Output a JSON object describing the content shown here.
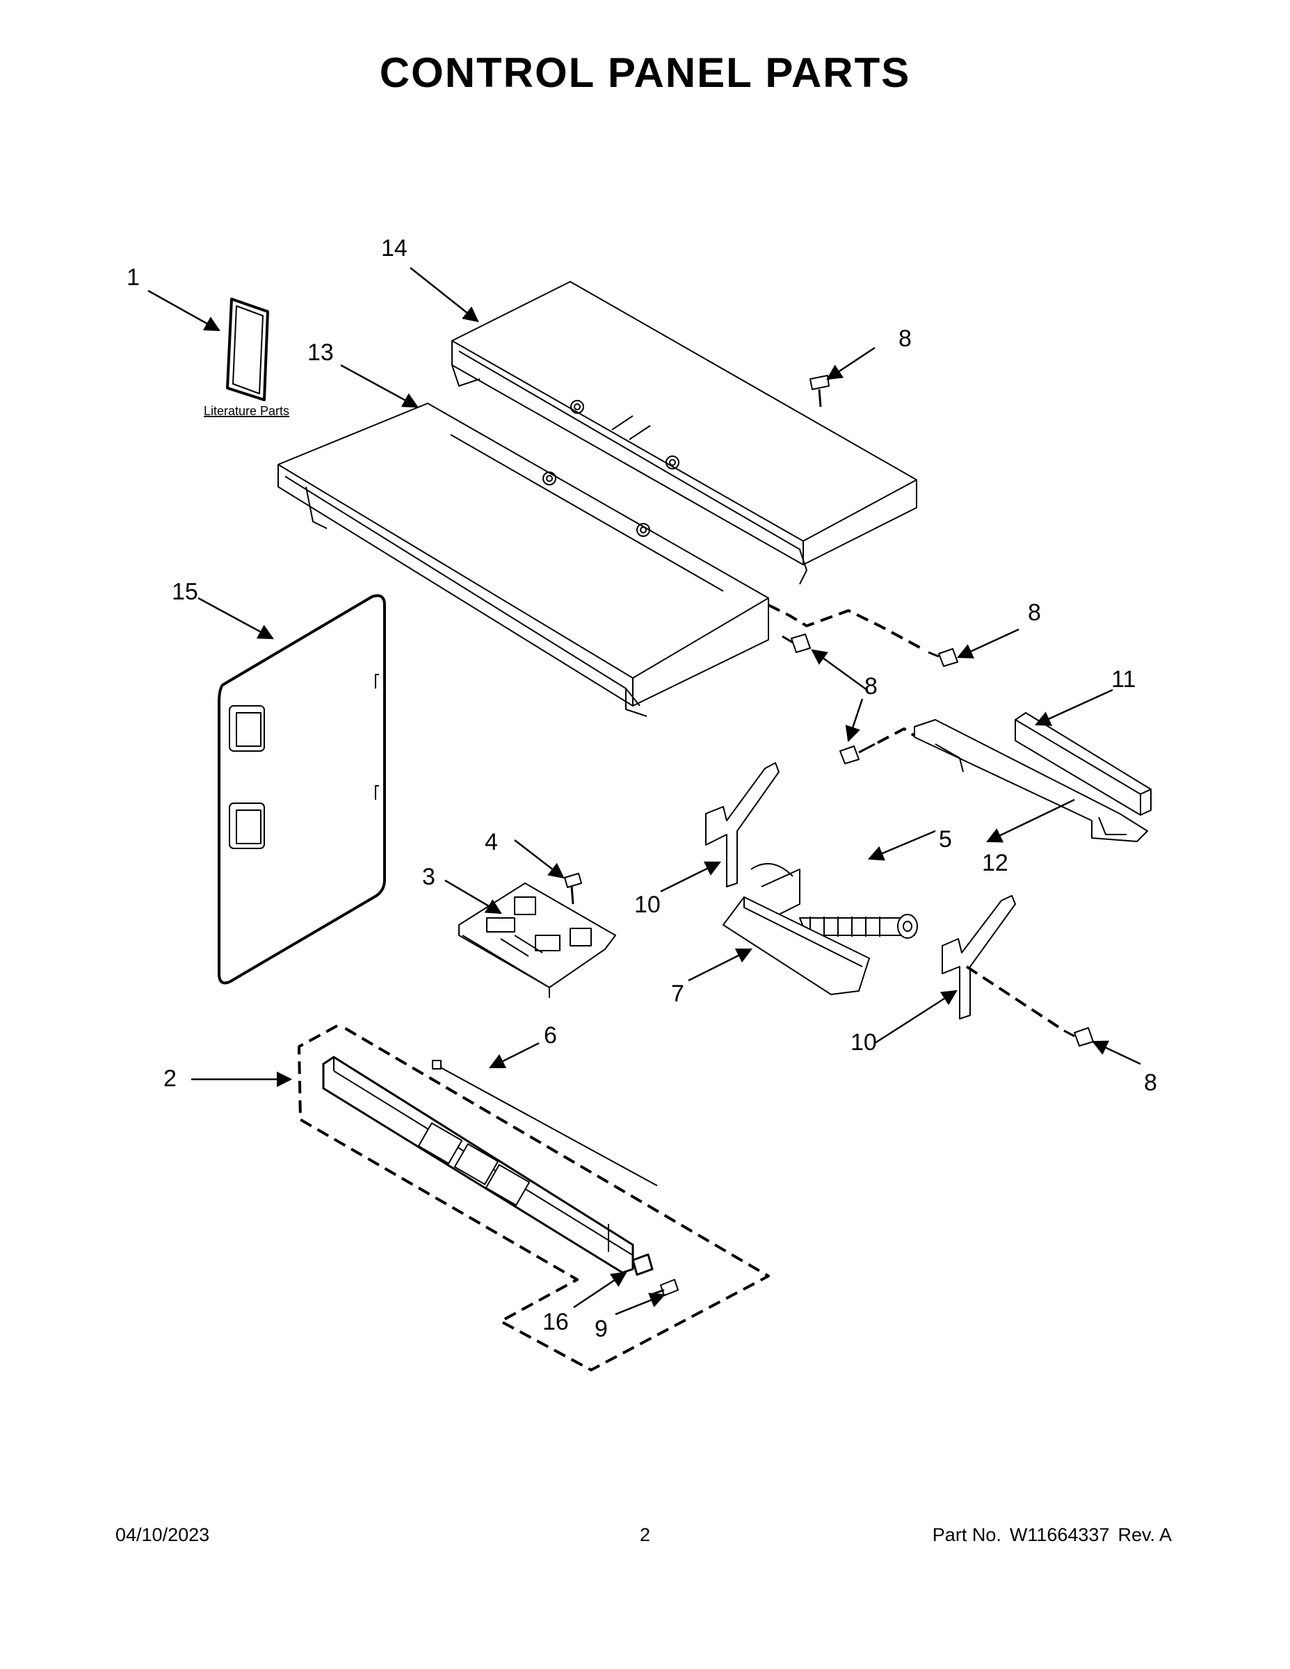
{
  "title": "CONTROL PANEL PARTS",
  "literature_label": "Literature Parts",
  "callouts": {
    "c1": "1",
    "c2": "2",
    "c3": "3",
    "c4": "4",
    "c5": "5",
    "c6": "6",
    "c7": "7",
    "c8a": "8",
    "c8b": "8",
    "c8c": "8",
    "c8d": "8",
    "c8e": "8",
    "c9": "9",
    "c10a": "10",
    "c10b": "10",
    "c11": "11",
    "c12": "12",
    "c13": "13",
    "c14": "14",
    "c15": "15",
    "c16": "16"
  },
  "footer": {
    "date": "04/10/2023",
    "page": "2",
    "part_label": "Part No.",
    "part_number": "W11664337",
    "rev": "Rev. A"
  }
}
